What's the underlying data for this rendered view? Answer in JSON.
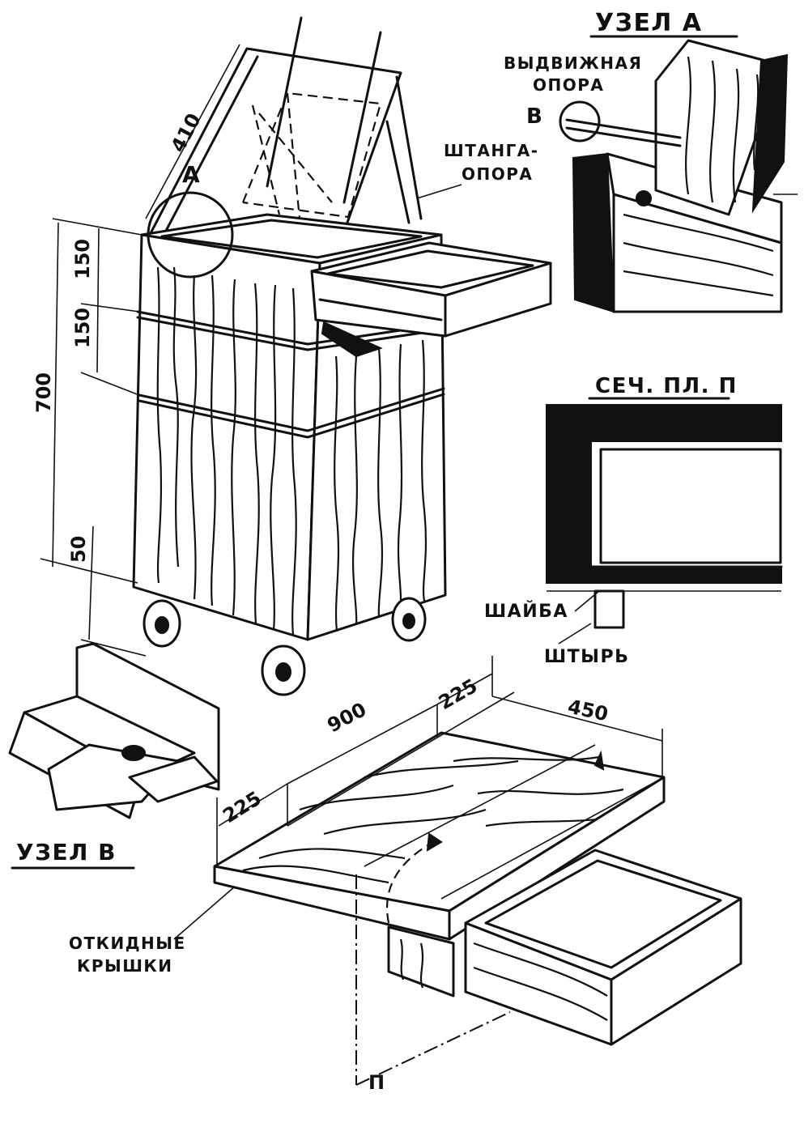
{
  "labels": {
    "node_a_title": "УЗЕЛ А",
    "node_a_marker": "А",
    "sliding_support_line1": "ВЫДВИЖНАЯ",
    "sliding_support_line2": "ОПОРА",
    "node_b_marker": "В",
    "rod_support_line1": "ШТАНГА-",
    "rod_support_line2": "ОПОРА",
    "section_title": "СЕЧ. ПЛ. П",
    "washer": "ШАЙБА",
    "pin": "ШТЫРЬ",
    "node_b_title": "УЗЕЛ В",
    "flap_lids_line1": "ОТКИДНЫЕ",
    "flap_lids_line2": "КРЫШКИ",
    "plane_marker": "П"
  },
  "dimensions": {
    "lid": "410",
    "top_150a": "150",
    "top_150b": "150",
    "height": "700",
    "wheel": "50",
    "table_225_left": "225",
    "table_900": "900",
    "table_225_right": "225",
    "table_450": "450"
  }
}
